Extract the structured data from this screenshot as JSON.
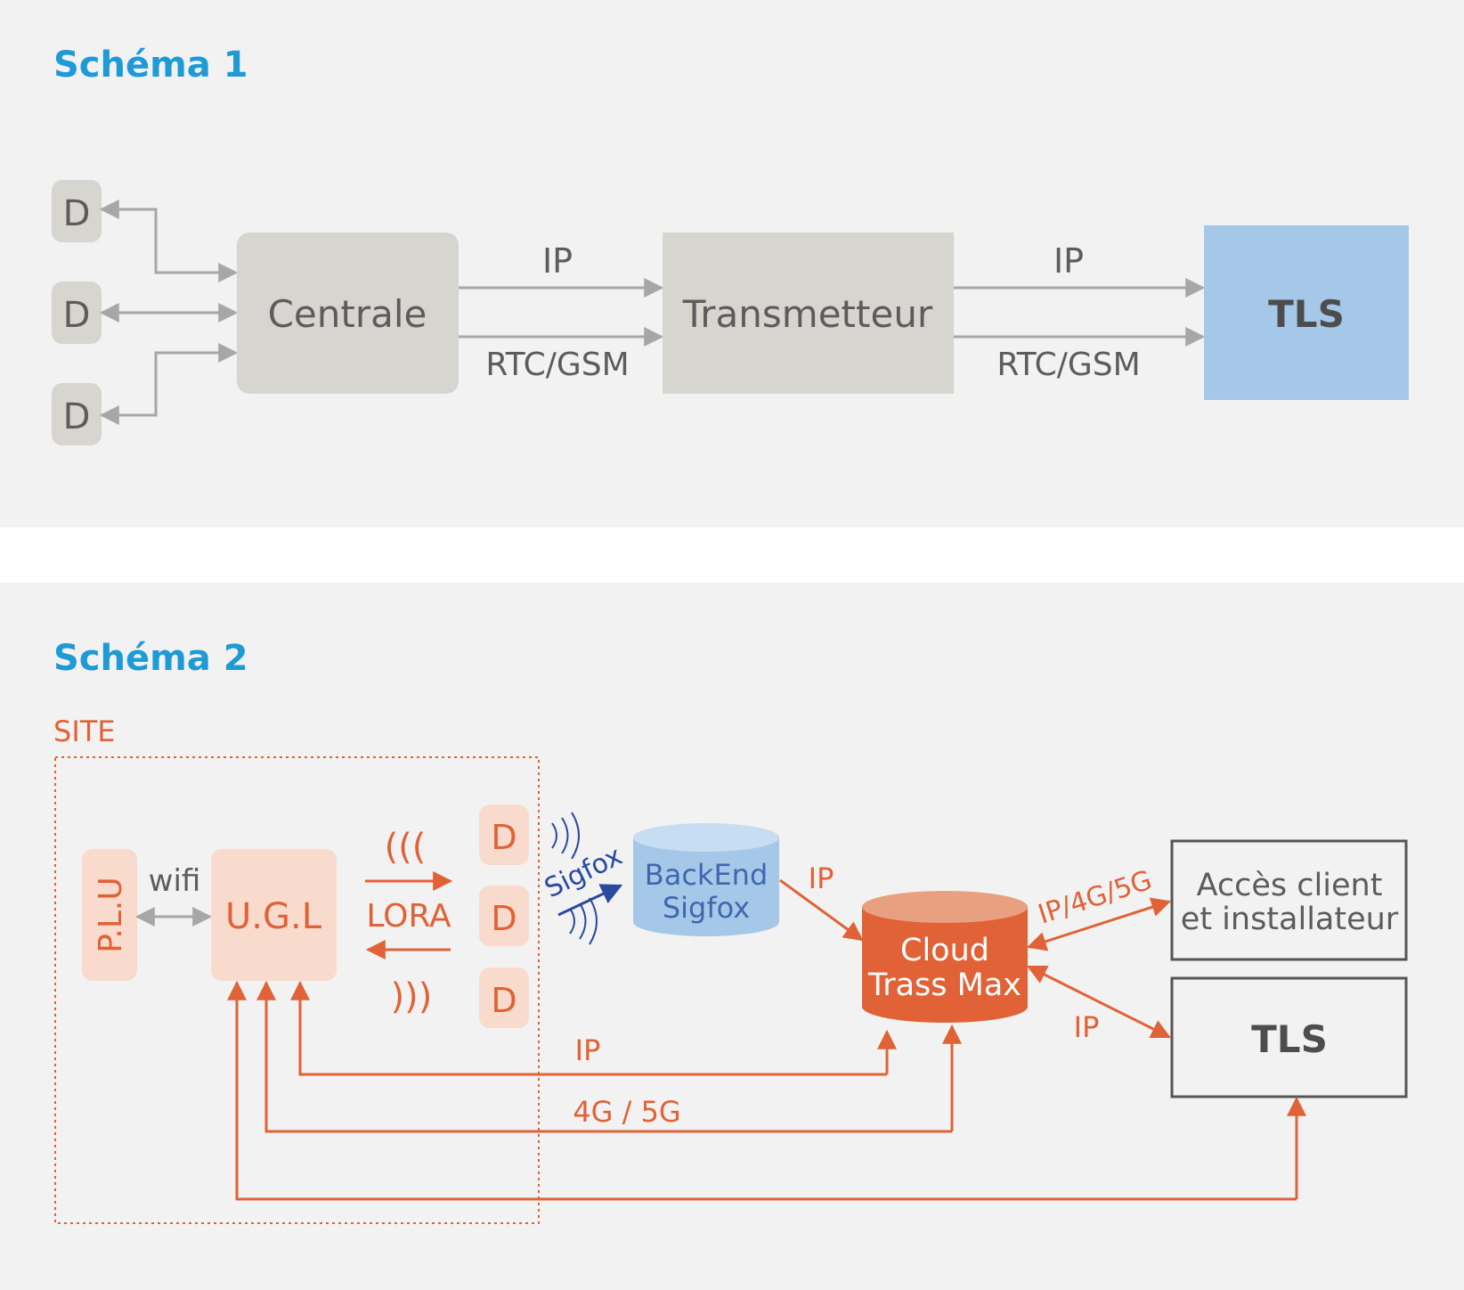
{
  "schema1": {
    "title": "Schéma 1",
    "detector_label": "D",
    "centrale": "Centrale",
    "transmetteur": "Transmetteur",
    "tls": "TLS",
    "link_ip_1": "IP",
    "link_rtc_1": "RTC/GSM",
    "link_ip_2": "IP",
    "link_rtc_2": "RTC/GSM"
  },
  "schema2": {
    "title": "Schéma 2",
    "site_label": "SITE",
    "plu": "P.L.U",
    "wifi": "wifi",
    "ugl": "U.G.L",
    "lora": "LORA",
    "lora_waves_in": "(((",
    "lora_waves_out": ")))",
    "detector_label": "D",
    "sigfox": "Sigfox",
    "backend_line1": "BackEnd",
    "backend_line2": "Sigfox",
    "ip_backend_cloud": "IP",
    "cloud_line1": "Cloud",
    "cloud_line2": "Trass Max",
    "ip_4g_5g": "IP/4G/5G",
    "ip_cloud_tls": "IP",
    "acces_line1": "Accès client",
    "acces_line2": "et installateur",
    "tls": "TLS",
    "link_ip_ugl_cloud": "IP",
    "link_4g_ugl_cloud": "4G / 5G"
  },
  "colors": {
    "title_blue": "#1e9ad6",
    "grey_box": "#d6d5d0",
    "tls_blue": "#a6c8e8",
    "orange": "#e06236",
    "light_orange": "#f9dbcd",
    "backend_blue": "#a6c8e8",
    "sigfox_arrow": "#2a4aa0"
  }
}
